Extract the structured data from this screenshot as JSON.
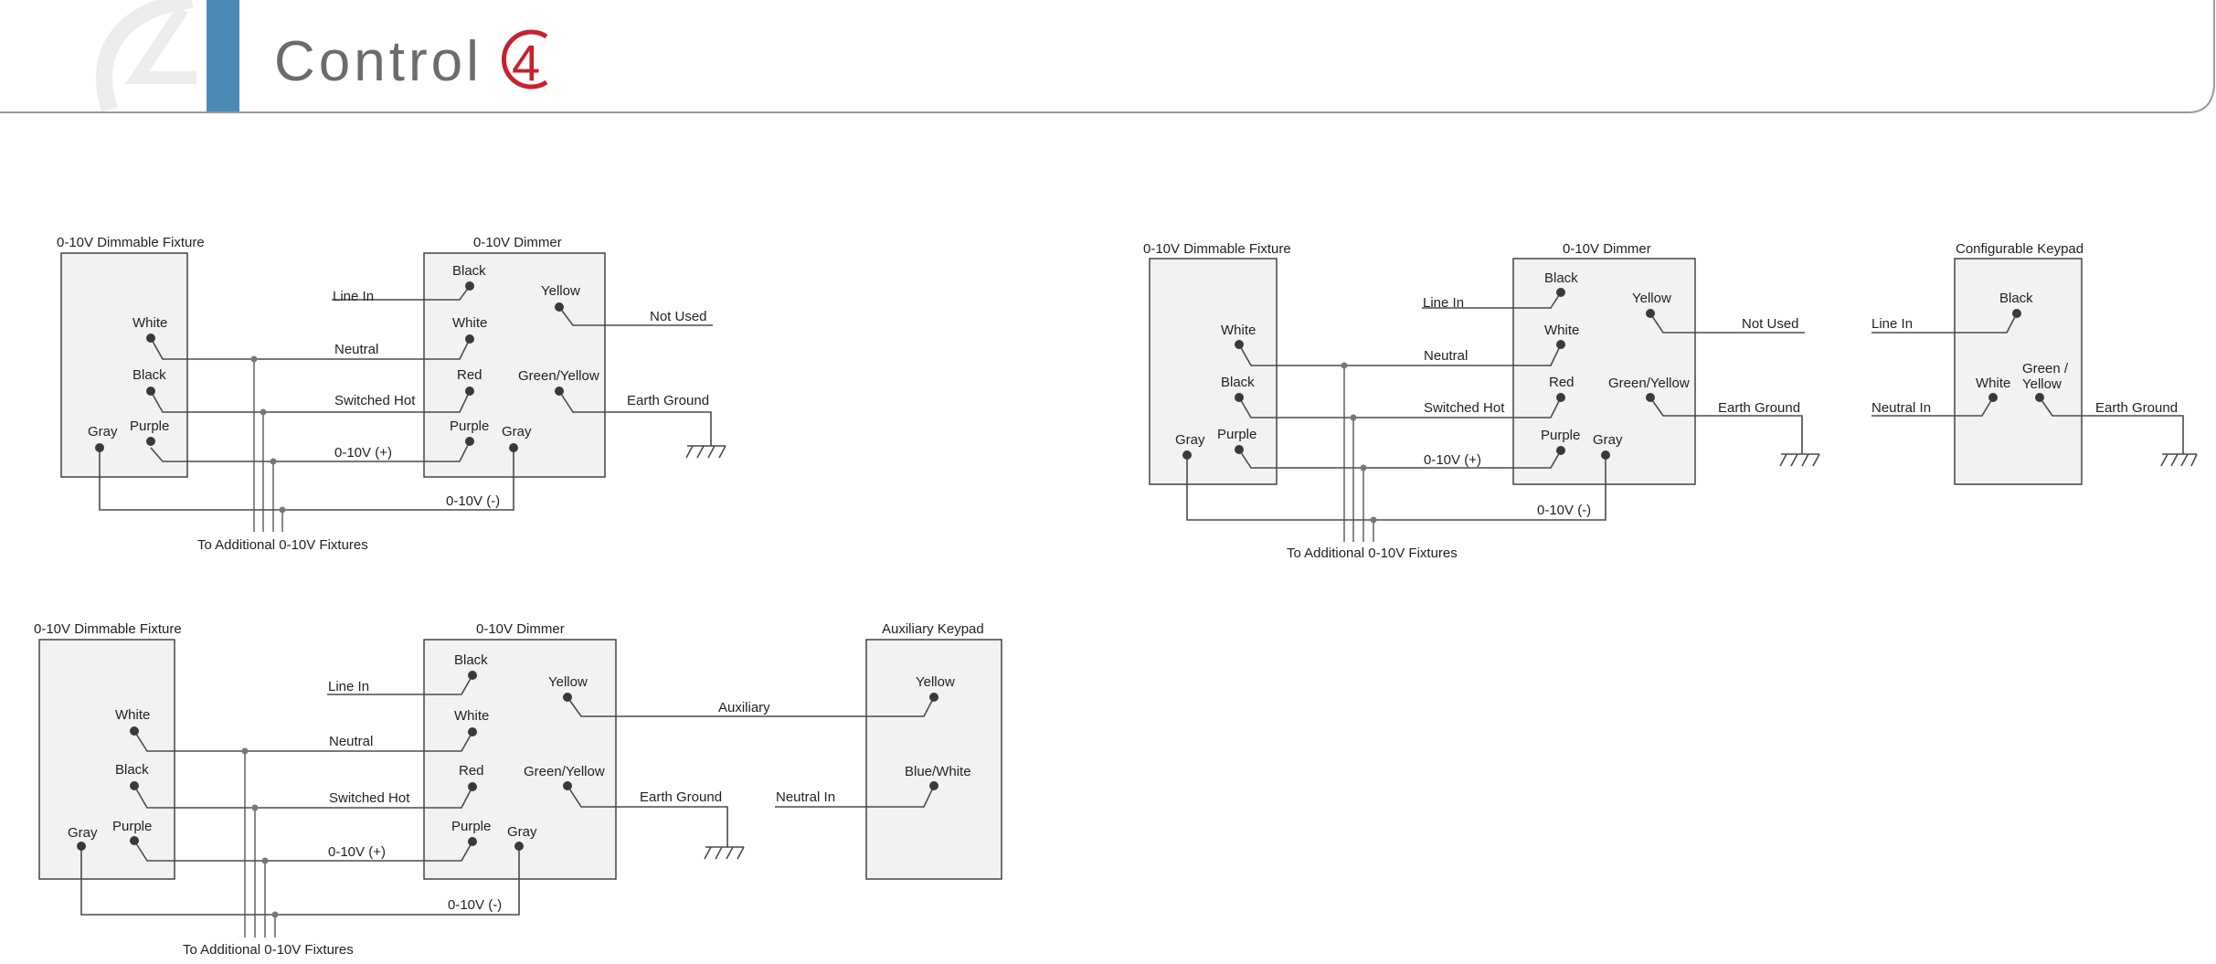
{
  "header": {
    "logo_text": "Control",
    "logo_mark": "4",
    "accent_color": "#4a8ab5",
    "brand_color": "#c8202f"
  },
  "diagram1": {
    "fixture": {
      "title": "0-10V Dimmable Fixture",
      "white": "White",
      "black": "Black",
      "gray": "Gray",
      "purple": "Purple"
    },
    "dimmer": {
      "title": "0-10V Dimmer",
      "black": "Black",
      "white": "White",
      "red": "Red",
      "purple": "Purple",
      "yellow": "Yellow",
      "green_yellow": "Green/Yellow",
      "gray": "Gray"
    },
    "wires": {
      "line_in": "Line In",
      "neutral": "Neutral",
      "switched_hot": "Switched Hot",
      "plus": "0-10V (+)",
      "minus": "0-10V (-)",
      "not_used": "Not Used",
      "earth_ground": "Earth Ground"
    },
    "additional": "To Additional 0-10V Fixtures"
  },
  "diagram2": {
    "fixture": {
      "title": "0-10V Dimmable Fixture",
      "white": "White",
      "black": "Black",
      "gray": "Gray",
      "purple": "Purple"
    },
    "dimmer": {
      "title": "0-10V Dimmer",
      "black": "Black",
      "white": "White",
      "red": "Red",
      "purple": "Purple",
      "yellow": "Yellow",
      "green_yellow": "Green/Yellow",
      "gray": "Gray"
    },
    "wires": {
      "line_in": "Line In",
      "neutral": "Neutral",
      "switched_hot": "Switched Hot",
      "plus": "0-10V (+)",
      "minus": "0-10V (-)",
      "not_used": "Not Used",
      "earth_ground": "Earth Ground"
    },
    "additional": "To Additional 0-10V Fixtures",
    "keypad": {
      "title": "Configurable Keypad",
      "black": "Black",
      "white": "White",
      "green_yellow_1": "Green /",
      "green_yellow_2": "Yellow",
      "line_in": "Line In",
      "neutral_in": "Neutral In",
      "earth_ground": "Earth Ground"
    }
  },
  "diagram3": {
    "fixture": {
      "title": "0-10V Dimmable Fixture",
      "white": "White",
      "black": "Black",
      "gray": "Gray",
      "purple": "Purple"
    },
    "dimmer": {
      "title": "0-10V Dimmer",
      "black": "Black",
      "white": "White",
      "red": "Red",
      "purple": "Purple",
      "yellow": "Yellow",
      "green_yellow": "Green/Yellow",
      "gray": "Gray"
    },
    "wires": {
      "line_in": "Line In",
      "neutral": "Neutral",
      "switched_hot": "Switched Hot",
      "plus": "0-10V (+)",
      "minus": "0-10V (-)",
      "auxiliary": "Auxiliary",
      "earth_ground": "Earth Ground",
      "neutral_in": "Neutral In"
    },
    "additional": "To Additional 0-10V Fixtures",
    "keypad": {
      "title": "Auxiliary Keypad",
      "yellow": "Yellow",
      "blue_white": "Blue/White"
    }
  }
}
